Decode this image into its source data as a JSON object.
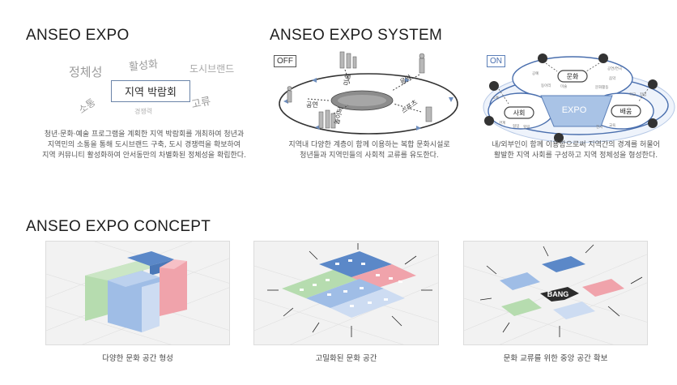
{
  "expo": {
    "title": "ANSEO EXPO",
    "center_word": "지역 박람회",
    "words": [
      "정체성",
      "활성화",
      "도시브랜드",
      "소통",
      "고류",
      "경쟁력"
    ],
    "description": [
      "청년·문화·예술 프로그램을 계획한 지역 박람회를 개최하여 청년과",
      "지역민의 소통을 통해 도시브랜드 구축, 도시 경쟁력을 확보하여",
      "지역 커뮤니티 활성화하여 안서동만의 차별화된 정체성을 확립한다."
    ]
  },
  "system": {
    "title": "ANSEO EXPO SYSTEM",
    "off": {
      "tag": "OFF",
      "labels": [
        "미술",
        "음악",
        "공연",
        "스포츠",
        "놀이터"
      ],
      "description": [
        "지역내 다양한 계층이 함께 이용하는 복합 문화시설로",
        "청년들과 지역민들의 사회적 교류를 유도한다."
      ]
    },
    "on": {
      "tag": "ON",
      "labels": [
        "문화",
        "사회",
        "EXPO",
        "배움"
      ],
      "small_labels": [
        "공연/연극",
        "공예",
        "음악",
        "동아리",
        "미술",
        "문화활동",
        "소통",
        "관계",
        "협업",
        "힐링",
        "교육",
        "창업",
        "학교",
        "전시"
      ],
      "description": [
        "내/외부인이 함께 이용함으로써 지역간의 경계를 허물어",
        "활발한 지역 사회를 구성하고 지역 정체성을 형성한다."
      ]
    },
    "colors": {
      "accent": "#4a6fae",
      "light_blue": "#a9c3e6",
      "ring": "#5b7fb8"
    }
  },
  "concept": {
    "title": "ANSEO EXPO CONCEPT",
    "panels": [
      {
        "caption": "다양한 문화 공간 형성"
      },
      {
        "caption": "고밀화된 문화 공간"
      },
      {
        "caption": "문화 교류를 위한 중앙 공간 확보",
        "center_label": "BANG"
      }
    ],
    "colors": {
      "green": "#b6dcaf",
      "blue": "#9fbde6",
      "dark_blue": "#5b88c8",
      "pink": "#f0a3ab",
      "light_blue": "#cddcf2"
    }
  }
}
